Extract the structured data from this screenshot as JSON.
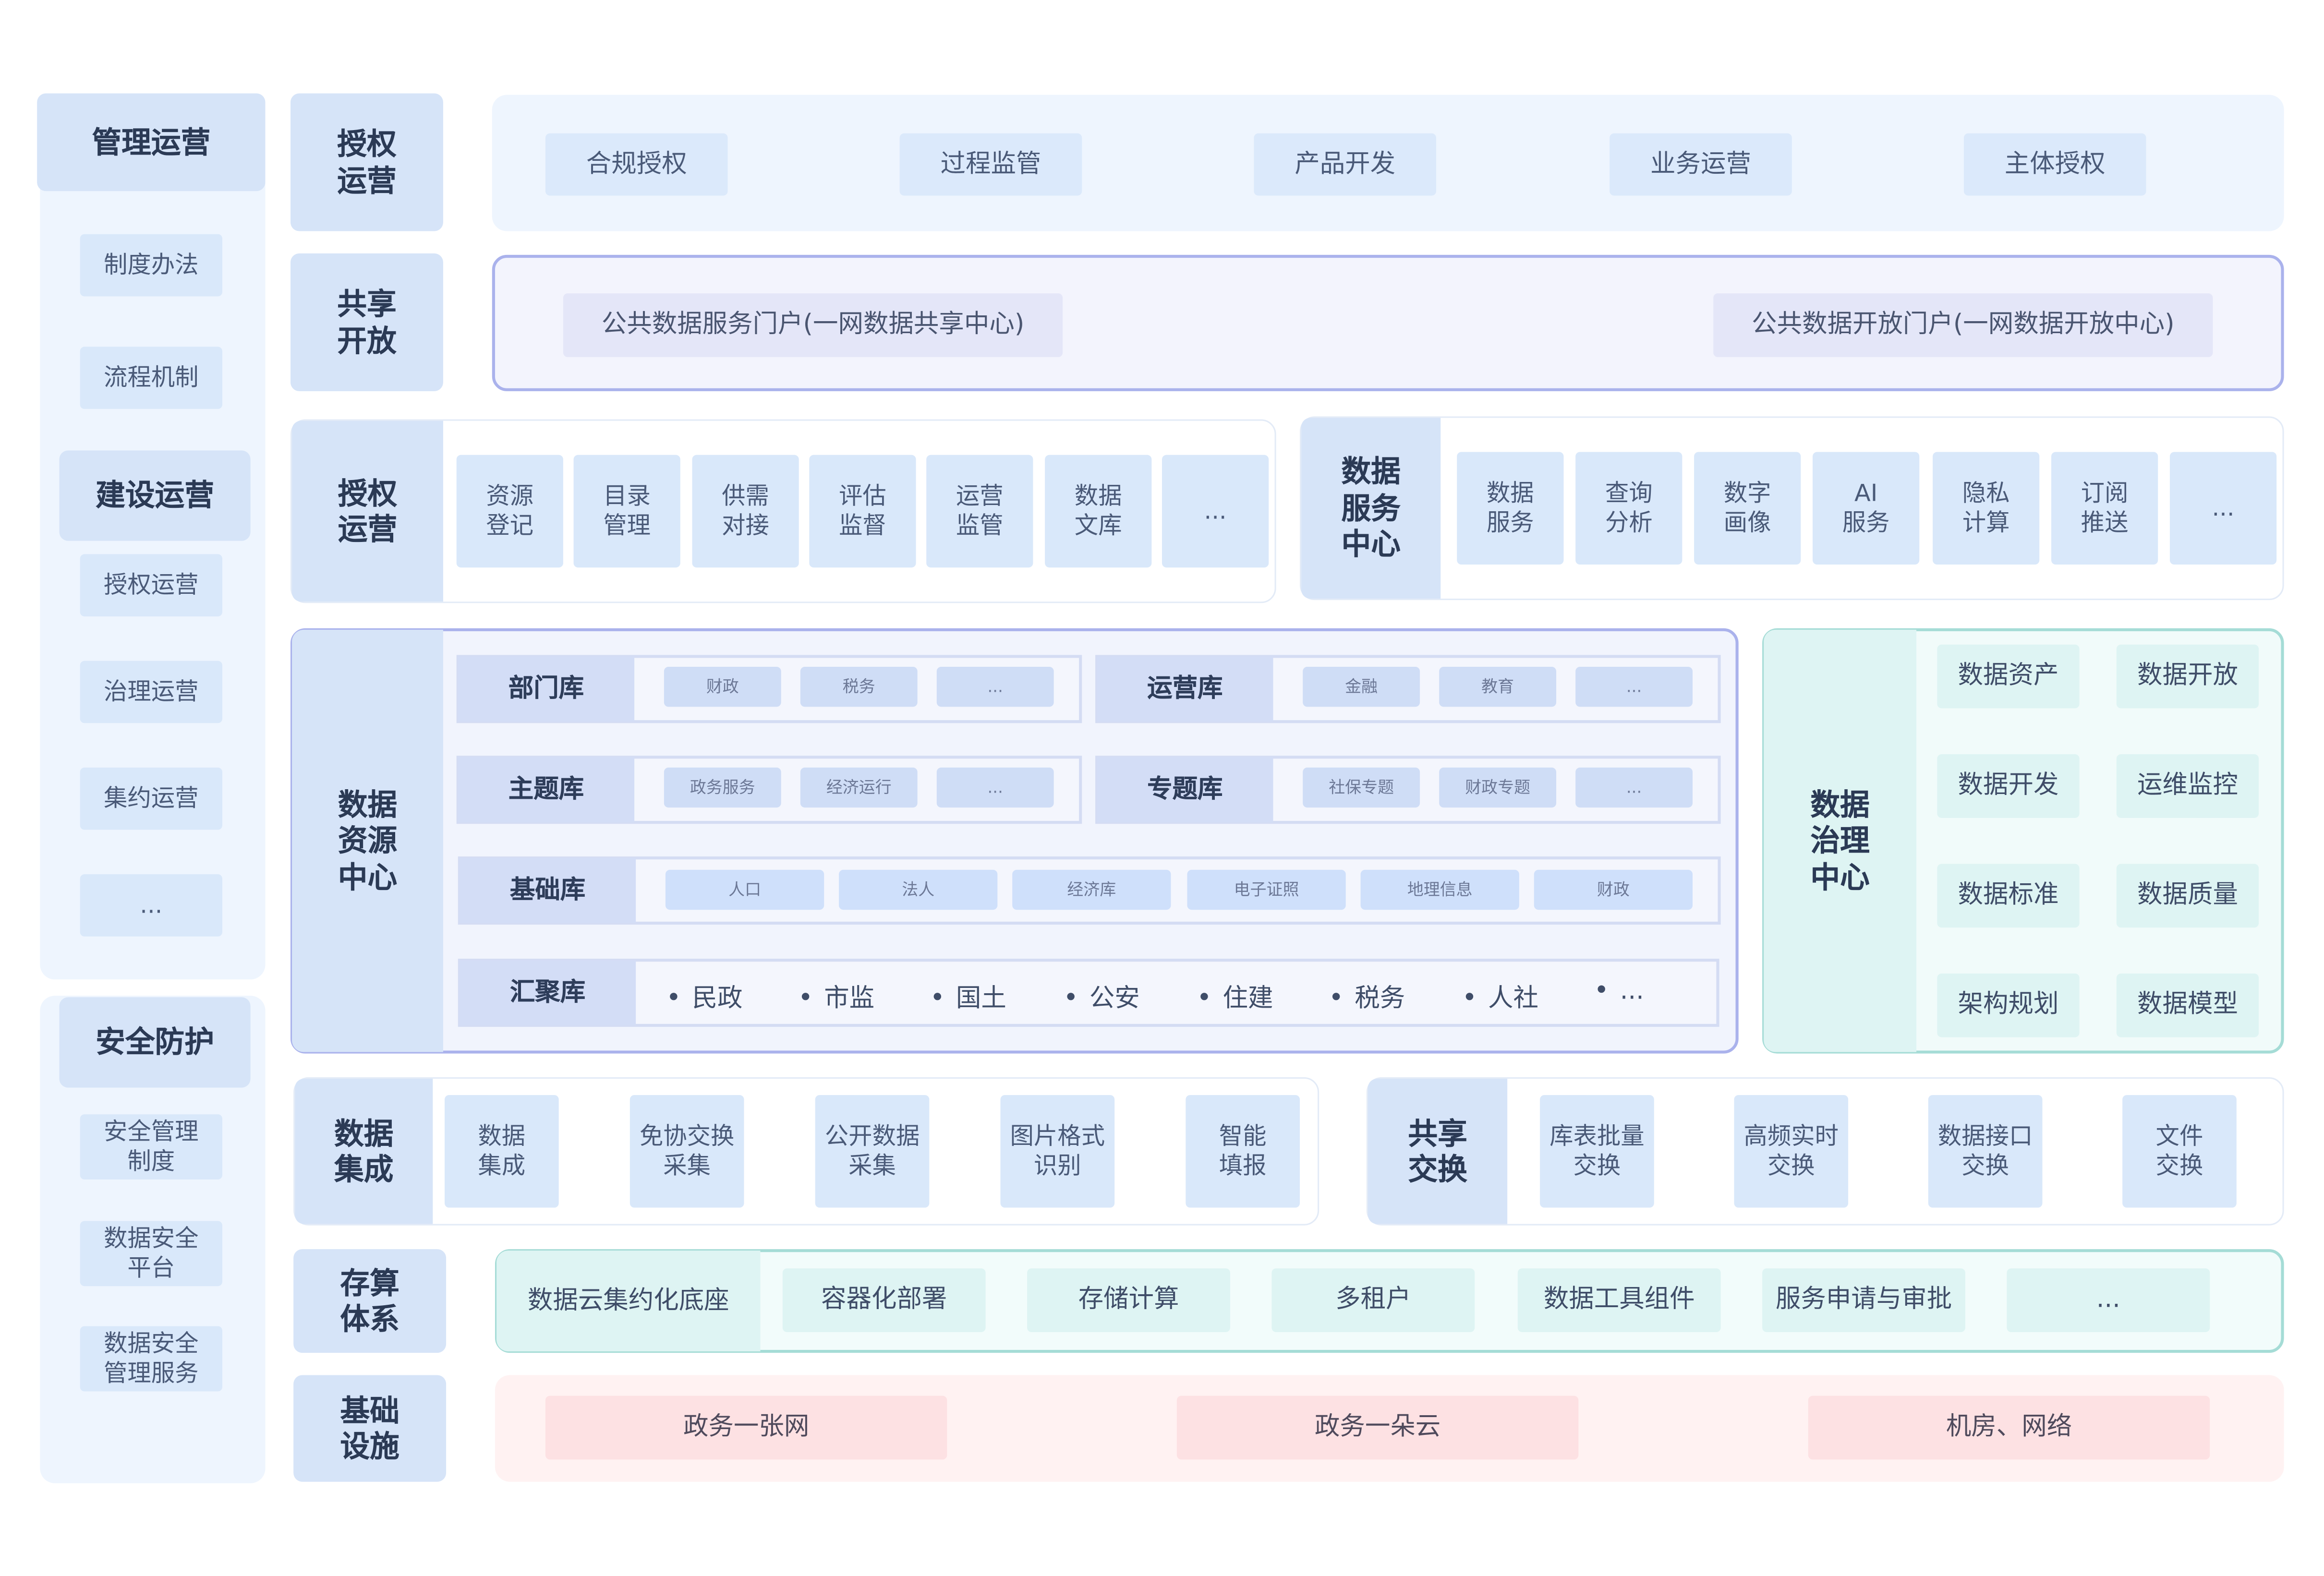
{
  "left_column": {
    "management": {
      "title": "管理运营",
      "items": [
        "制度办法",
        "流程机制"
      ]
    },
    "construction": {
      "title": "建设运营",
      "items": [
        "授权运营",
        "治理运营",
        "集约运营",
        "..."
      ]
    },
    "security": {
      "title": "安全防护",
      "items": [
        "安全管理\n制度",
        "数据安全\n平台",
        "数据安全\n管理服务"
      ]
    }
  },
  "row_authorization": {
    "label": "授权\n运营",
    "items": [
      "合规授权",
      "过程监管",
      "产品开发",
      "业务运营",
      "主体授权"
    ]
  },
  "row_sharing": {
    "label": "共享\n开放",
    "items": [
      "公共数据服务门户(一网数据共享中心)",
      "公共数据开放门户(一网数据开放中心)"
    ]
  },
  "row_operation": {
    "label": "授权\n运营",
    "items": [
      "资源\n登记",
      "目录\n管理",
      "供需\n对接",
      "评估\n监督",
      "运营\n监管",
      "数据\n文库",
      "..."
    ]
  },
  "data_service_center": {
    "label": "数据\n服务\n中心",
    "items": [
      "数据\n服务",
      "查询\n分析",
      "数字\n画像",
      "AI\n服务",
      "隐私\n计算",
      "订阅\n推送",
      "..."
    ]
  },
  "data_resource_center": {
    "label": "数据\n资源\n中心",
    "dept_lib": {
      "label": "部门库",
      "items": [
        "财政",
        "税务",
        "..."
      ]
    },
    "ops_lib": {
      "label": "运营库",
      "items": [
        "金融",
        "教育",
        "..."
      ]
    },
    "theme_lib": {
      "label": "主题库",
      "items": [
        "政务服务",
        "经济运行",
        "..."
      ]
    },
    "topic_lib": {
      "label": "专题库",
      "items": [
        "社保专题",
        "财政专题",
        "..."
      ]
    },
    "base_lib": {
      "label": "基础库",
      "items": [
        "人口",
        "法人",
        "经济库",
        "电子证照",
        "地理信息",
        "财政"
      ]
    },
    "gather_lib": {
      "label": "汇聚库",
      "items": [
        "民政",
        "市监",
        "国土",
        "公安",
        "住建",
        "税务",
        "人社",
        "..."
      ]
    }
  },
  "data_governance_center": {
    "label": "数据\n治理\n中心",
    "items": [
      "数据资产",
      "数据开放",
      "数据开发",
      "运维监控",
      "数据标准",
      "数据质量",
      "架构规划",
      "数据模型"
    ]
  },
  "data_integration": {
    "label": "数据\n集成",
    "items": [
      "数据\n集成",
      "免协交换\n采集",
      "公开数据\n采集",
      "图片格式\n识别",
      "智能\n填报"
    ]
  },
  "shared_exchange": {
    "label": "共享\n交换",
    "items": [
      "库表批量\n交换",
      "高频实时\n交换",
      "数据接口\n交换",
      "文件\n交换"
    ]
  },
  "storage_compute": {
    "label": "存算\n体系",
    "lead": "数据云集约化底座",
    "items": [
      "容器化部署",
      "存储计算",
      "多租户",
      "数据工具组件",
      "服务申请与审批",
      "..."
    ]
  },
  "infrastructure": {
    "label": "基础\n设施",
    "items": [
      "政务一张网",
      "政务一朵云",
      "机房、网络"
    ]
  },
  "colors": {
    "header_blue": "#d6e4f8",
    "cell_blue": "#d9e8fa",
    "panel_light_blue": "#eef5fe",
    "lavender_border": "#aab2ec",
    "teal": "#def4f3",
    "teal_border": "#a5dcd6",
    "pink": "#fde1e3",
    "pink_panel": "#fff2f2"
  }
}
